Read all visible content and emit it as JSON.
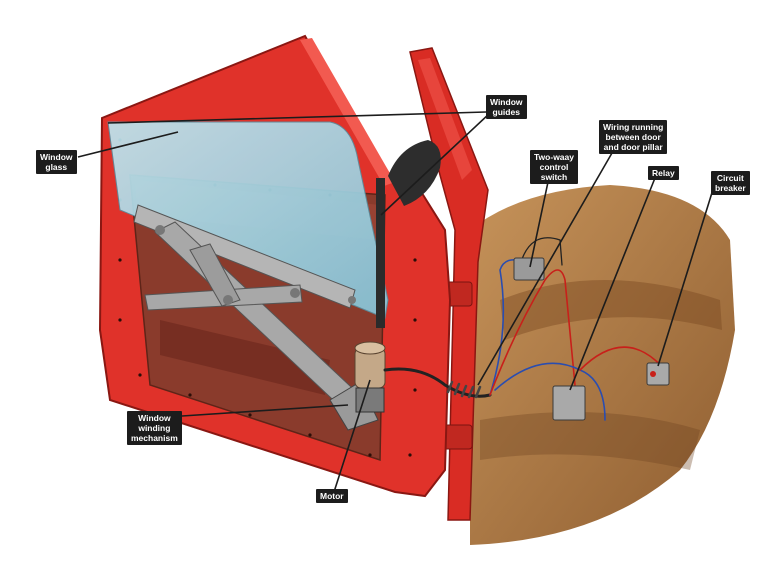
{
  "labels": {
    "window_glass": "Window\nglass",
    "window_guides": "Window\nguides",
    "wiring": "Wiring running\nbetween door\nand door pillar",
    "control_switch": "Two-waay\ncontrol\nswitch",
    "relay": "Relay",
    "circuit_breaker": "Circuit\nbreaker",
    "winding_mechanism": "Window\nwinding\nmechanism",
    "motor": "Motor"
  },
  "colors": {
    "door_red": "#e0322a",
    "glass_blue": "#9fd6e6",
    "panel_brown": "#8a3b2c",
    "interior_tan": "#b07a45",
    "mechanism_grey": "#a8a8a8",
    "label_bg": "#1c1c1c"
  }
}
